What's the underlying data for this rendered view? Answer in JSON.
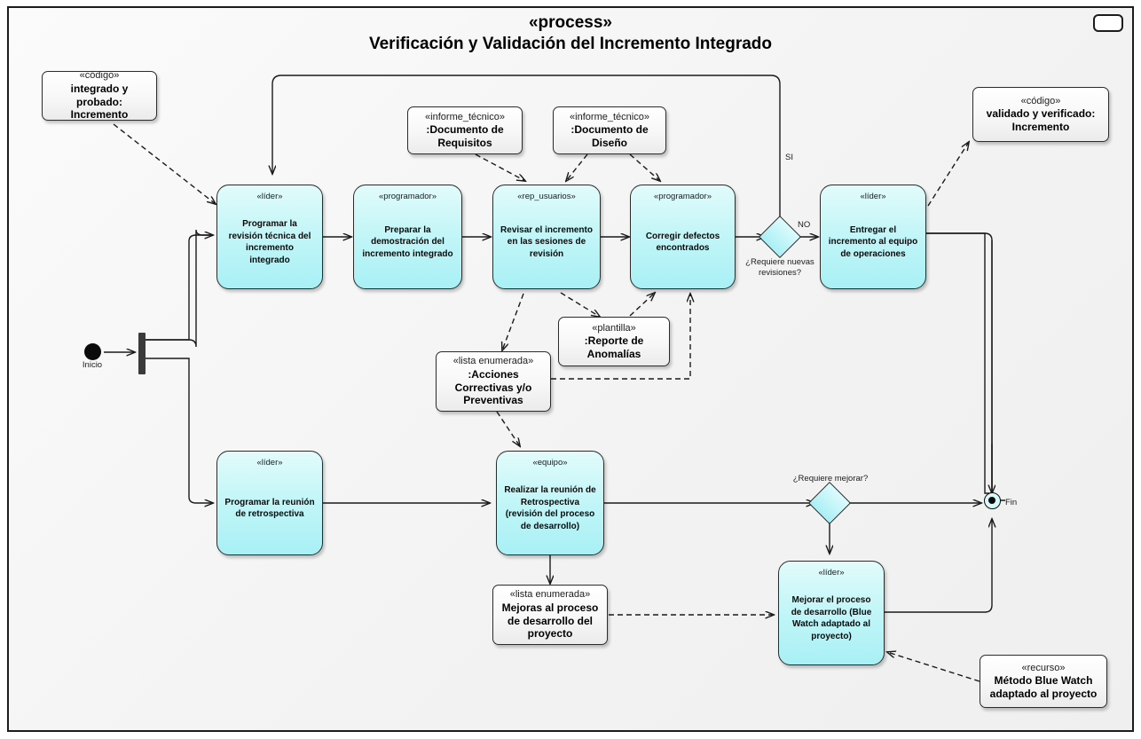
{
  "frame": {
    "stereotype": "«process»",
    "title": "Verificación y Validación del Incremento Integrado",
    "corner_marker": "frame-corner-marker"
  },
  "colors": {
    "action_fill": "#aef2f7",
    "artifact_fill": "#f4f4f4",
    "decision_fill": "#b5f1f7",
    "stroke": "#1a1a1a",
    "frame_bg": "#f4f4f4"
  },
  "control_nodes": {
    "initial": {
      "label": "Inicio"
    },
    "final": {
      "label": "Fin"
    },
    "fork": {
      "label": "fork-bar"
    }
  },
  "decisions": [
    {
      "id": "requiere_revisiones",
      "label": "¿Requiere nuevas\nrevisiones?",
      "label_line1": "¿Requiere nuevas",
      "label_line2": "revisiones?",
      "branch_yes": "SI",
      "branch_no": "NO"
    },
    {
      "id": "requiere_mejorar",
      "label": "¿Requiere mejorar?"
    }
  ],
  "actions": [
    {
      "id": "programar_revision",
      "stereotype": "«líder»",
      "text": "Programar la revisión técnica del incremento integrado"
    },
    {
      "id": "preparar_demostracion",
      "stereotype": "«programador»",
      "text": "Preparar la demostración del incremento integrado"
    },
    {
      "id": "revisar_incremento",
      "stereotype": "«rep_usuarios»",
      "text": "Revisar el incremento en las sesiones de revisión"
    },
    {
      "id": "corregir_defectos",
      "stereotype": "«programador»",
      "text": "Corregir defectos encontrados"
    },
    {
      "id": "entregar_incremento",
      "stereotype": "«líder»",
      "text": "Entregar el incremento al equipo de operaciones"
    },
    {
      "id": "programar_retrospectiva",
      "stereotype": "«líder»",
      "text": "Programar la reunión de retrospectiva"
    },
    {
      "id": "realizar_retrospectiva",
      "stereotype": "«equipo»",
      "text": "Realizar la reunión de Retrospectiva (revisión del proceso de desarrollo)"
    },
    {
      "id": "mejorar_proceso",
      "stereotype": "«líder»",
      "text": "Mejorar el proceso de desarrollo (Blue Watch adaptado al proyecto)"
    }
  ],
  "artifacts": [
    {
      "id": "codigo_integrado",
      "stereotype": "«código»",
      "text": "integrado y probado: Incremento"
    },
    {
      "id": "doc_requisitos",
      "stereotype": "«informe_técnico»",
      "text": ":Documento de Requisitos"
    },
    {
      "id": "doc_diseno",
      "stereotype": "«informe_técnico»",
      "text": ":Documento de Diseño"
    },
    {
      "id": "codigo_validado",
      "stereotype": "«código»",
      "text": "validado y verificado: Incremento"
    },
    {
      "id": "reporte_anomalias",
      "stereotype": "«plantilla»",
      "text": ":Reporte de Anomalías"
    },
    {
      "id": "acciones_correctivas",
      "stereotype": "«lista enumerada»",
      "text": ":Acciones Correctivas y/o Preventivas"
    },
    {
      "id": "mejoras_proceso",
      "stereotype": "«lista enumerada»",
      "text": "Mejoras al proceso de desarrollo del proyecto"
    },
    {
      "id": "metodo_blue_watch",
      "stereotype": "«recurso»",
      "text": "Método Blue Watch adaptado al proyecto"
    }
  ]
}
